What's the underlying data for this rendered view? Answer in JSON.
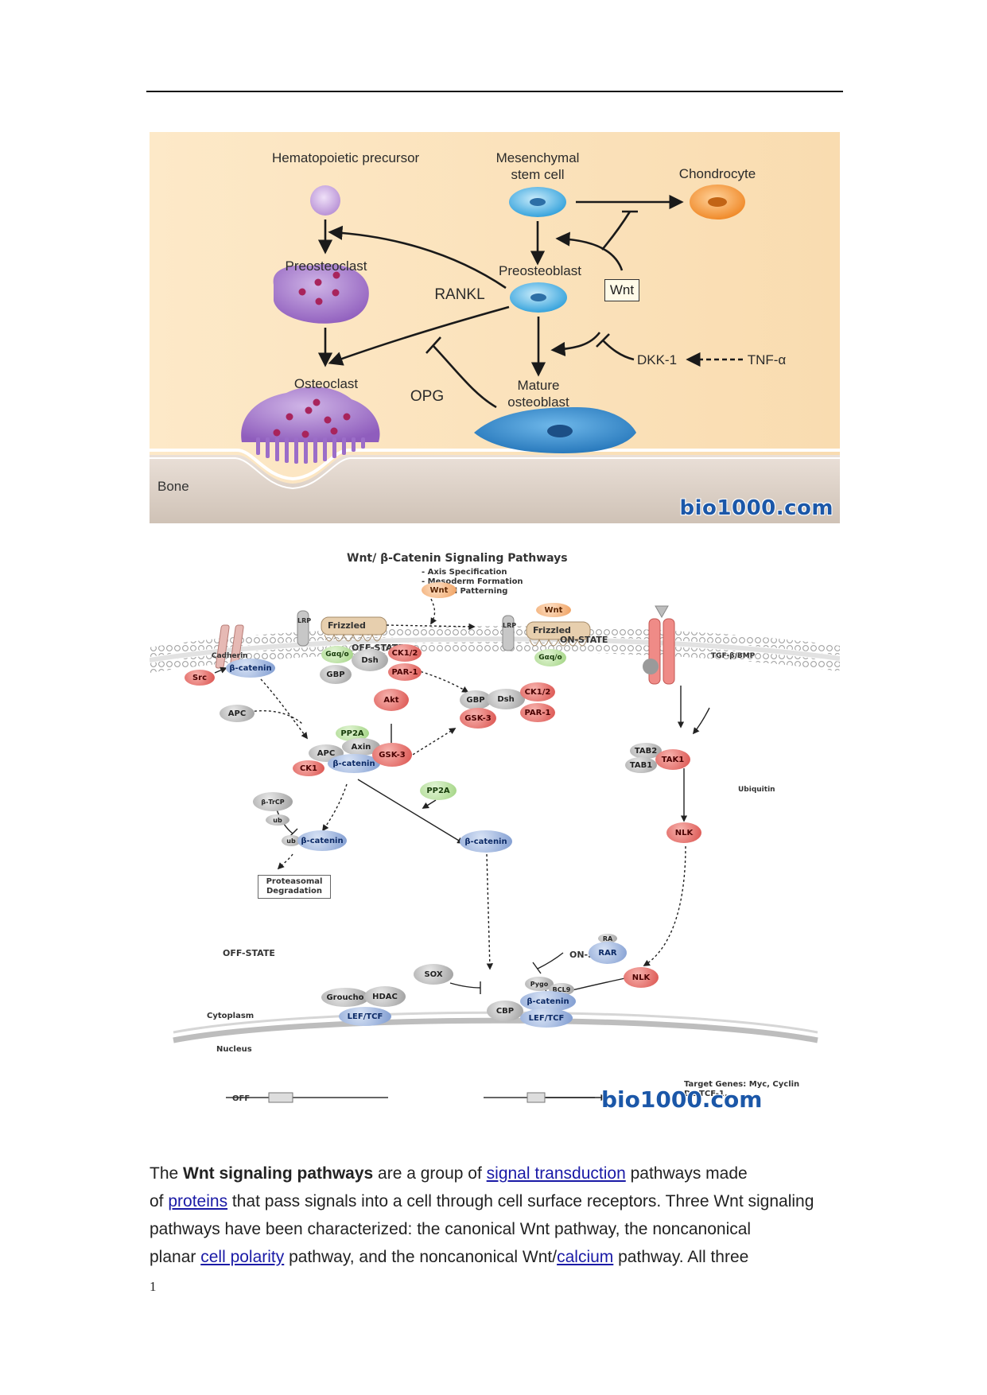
{
  "figure1": {
    "labels": {
      "hematopoietic": "Hematopoietic precursor",
      "mesenchymal": "Mesenchymal stem cell",
      "chondrocyte": "Chondrocyte",
      "preosteoclast": "Preosteoclast",
      "preosteoblast": "Preosteoblast",
      "rankl": "RANKL",
      "wnt": "Wnt",
      "dkk1": "DKK-1",
      "tnf": "TNF-α",
      "osteoclast": "Osteoclast",
      "opg": "OPG",
      "mature": "Mature osteoblast",
      "bone": "Bone"
    },
    "watermark": "bio1000.com"
  },
  "figure2": {
    "title": "Wnt/ β-Catenin Signaling Pathways",
    "subtitles": [
      "- Axis Specification",
      "- Mesoderm Formation",
      "- Neural Patterning"
    ],
    "labels": {
      "off_state_top": "OFF-STATE",
      "on_state_top": "ON-STATE",
      "cadherin": "Cadherin",
      "tgf": "TGF-β/BMP",
      "ubiquitin": "Ubiquitin",
      "off_state_mid": "OFF-STATE",
      "on_state_mid": "ON-STATE",
      "cytoplasm": "Cytoplasm",
      "nucleus": "Nucleus",
      "off_gene": "OFF",
      "target_genes": "Target Genes: Myc, Cyclin D1,TCF-1,",
      "proteasomal": "Proteasomal Degradation"
    },
    "nodes": {
      "wnt_top": "Wnt",
      "wnt_bound": "Wnt",
      "lrp1": "LRP",
      "frizzled1": "Frizzled",
      "lrp2": "LRP",
      "frizzled2": "Frizzled",
      "galpha1": "Gαq/o",
      "galpha2": "Gαq/o",
      "dsh1": "Dsh",
      "gbp1": "GBP",
      "ck12_1": "CK1/2",
      "par1_1": "PAR-1",
      "bcat_cad": "β-catenin",
      "src": "Src",
      "apc1": "APC",
      "akt": "Akt",
      "gbp2": "GBP",
      "dsh2": "Dsh",
      "ck12_2": "CK1/2",
      "gsk3_2": "GSK-3",
      "par1_2": "PAR-1",
      "pp2a1": "PP2A",
      "axin": "Axin",
      "apc2": "APC",
      "bcat_complex": "β-catenin",
      "ck1": "CK1",
      "gsk3": "GSK-3",
      "pp2a2": "PP2A",
      "btrcp": "β-TrCP",
      "ub1": "ub",
      "ub2": "ub",
      "bcat_off": "β-catenin",
      "bcat_on": "β-catenin",
      "tab2": "TAB2",
      "tab1": "TAB1",
      "tak1": "TAK1",
      "nlk1": "NLK",
      "nlk2": "NLK",
      "ra": "RA",
      "rar": "RAR",
      "sox": "SOX",
      "pygo": "Pygo",
      "bcl9": "BCL9",
      "bcat_nuc": "β-catenin",
      "cbp": "CBP",
      "lef_on": "LEF/TCF",
      "groucho": "Groucho",
      "hdac": "HDAC",
      "lef_off": "LEF/TCF"
    },
    "watermark": "bio1000.com"
  },
  "paragraph": {
    "l1_pre": "The ",
    "l1_bold": "Wnt signaling pathways",
    "l1_mid": " are a group of ",
    "l1_link": "signal transduction",
    "l1_post": " pathways made",
    "l2_pre": "of ",
    "l2_link": "proteins",
    "l2_post": " that pass signals into a cell through cell surface receptors. Three Wnt signaling",
    "l3": "pathways have been characterized: the canonical Wnt pathway, the noncanonical",
    "l4_pre": "planar ",
    "l4_link1": "cell polarity",
    "l4_mid": " pathway, and the noncanonical Wnt/",
    "l4_link2": "calcium",
    "l4_post": " pathway. All three"
  },
  "page_number": "1",
  "colors": {
    "figure1_bg": "#fbe6c4",
    "cell_blue": "#3ea7dc",
    "cell_purple": "#a87fc7",
    "chondrocyte_orange": "#f08a2a",
    "link_blue": "#1a1aa6",
    "watermark_blue": "#1b57a8"
  }
}
